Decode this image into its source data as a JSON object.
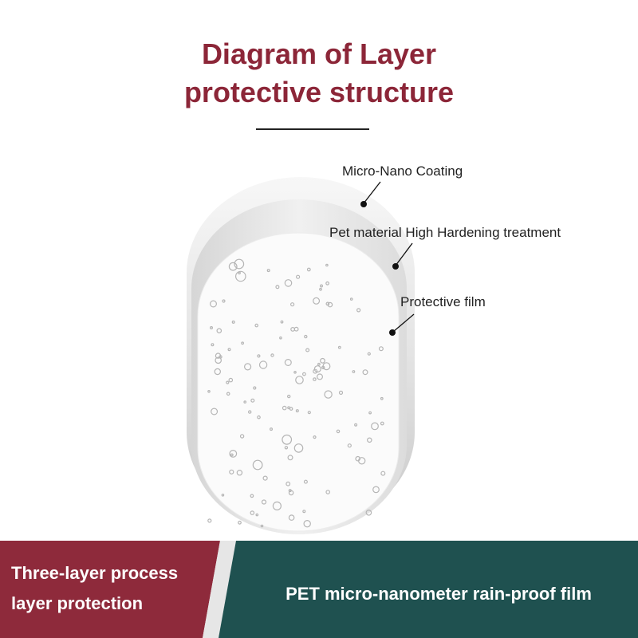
{
  "title": {
    "line1": "Diagram of Layer",
    "line2": "protective structure"
  },
  "layers": {
    "coating": "Micro-Nano Coating",
    "hardening": "Pet material High Hardening treatment",
    "film": "Protective film"
  },
  "banner": {
    "left_line1": "Three-layer process",
    "left_line2": "layer protection",
    "right": "PET micro-nanometer rain-proof film"
  },
  "colors": {
    "title": "#8c2638",
    "banner_left": "#8e2a3b",
    "banner_right": "#1f5150"
  }
}
